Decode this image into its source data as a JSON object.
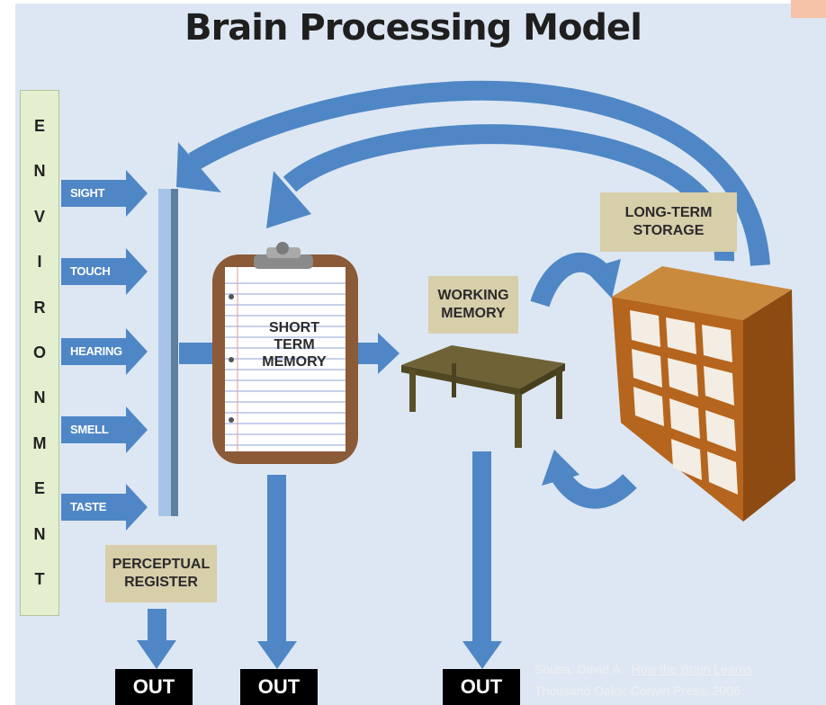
{
  "title": "Brain Processing Model",
  "environment_letters": [
    "E",
    "N",
    "V",
    "I",
    "R",
    "O",
    "N",
    "M",
    "E",
    "N",
    "T"
  ],
  "senses": [
    "SIGHT",
    "TOUCH",
    "HEARING",
    "SMELL",
    "TASTE"
  ],
  "perceptual_register": [
    "PERCEPTUAL",
    "REGISTER"
  ],
  "short_term_memory": [
    "SHORT",
    "TERM",
    "MEMORY"
  ],
  "working_memory": [
    "WORKING",
    "MEMORY"
  ],
  "long_term_storage": [
    "LONG-TERM",
    "STORAGE"
  ],
  "out_labels": [
    "OUT",
    "OUT",
    "OUT"
  ],
  "citation": {
    "author": "Sousa, David A.",
    "book": "How the Brain Learns",
    "publisher": "Thousand Oaks: Corwin Press, 2006."
  },
  "colors": {
    "background": "#dde7f3",
    "arrow": "#4f87c6",
    "label_box": "#d7ceaa",
    "environment_bar": "#e4efcf",
    "clipboard": "#8b5a36",
    "table": "#6e6236",
    "shelf": "#b5651d"
  }
}
